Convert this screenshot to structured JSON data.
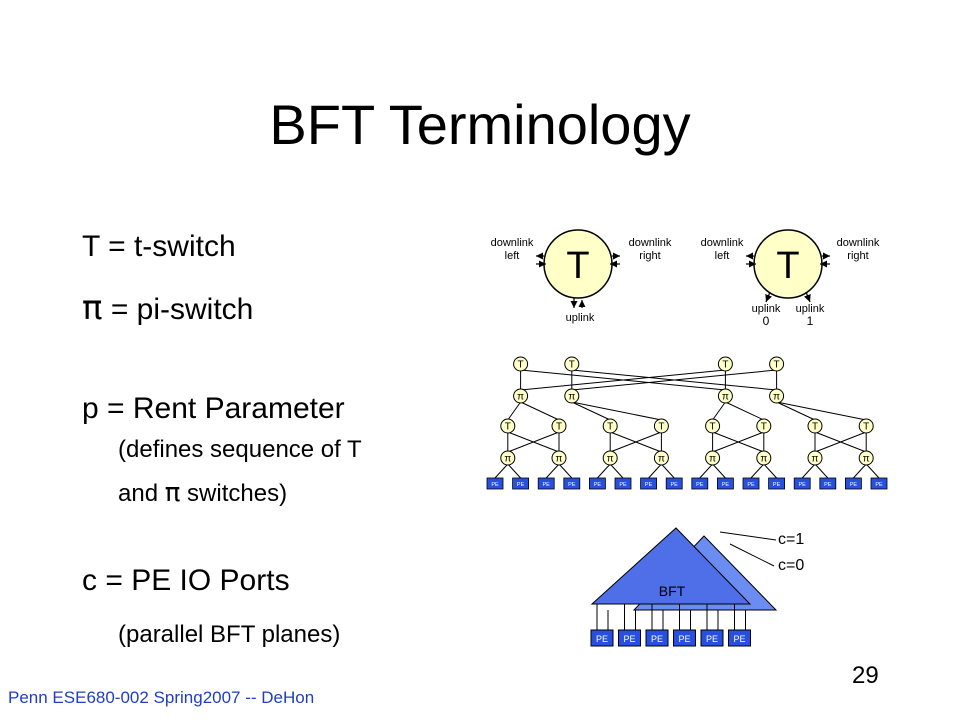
{
  "title": "BFT Terminology",
  "definitions": {
    "t_line": "T = t-switch",
    "pi_symbol": "π",
    "pi_rest": " = pi-switch",
    "p_line": "p = Rent Parameter",
    "p_note_1": "(defines sequence of T",
    "p_note_2_a": "and ",
    "p_note_2_pi": "π",
    "p_note_2_b": " switches)",
    "c_line": "c = PE IO Ports",
    "c_note": "(parallel BFT planes)"
  },
  "switch_diagrams": {
    "t_switch_1": {
      "label": "T",
      "left": [
        "downlink",
        "left"
      ],
      "right": [
        "downlink",
        "right"
      ],
      "down": "uplink"
    },
    "t_switch_2": {
      "label": "T",
      "left": [
        "downlink",
        "left"
      ],
      "right": [
        "downlink",
        "right"
      ],
      "down0": [
        "uplink",
        "0"
      ],
      "down1": [
        "uplink",
        "1"
      ]
    }
  },
  "tree_diagram": {
    "row_labels": [
      "T",
      "π",
      "T",
      "π"
    ],
    "pe_label": "PE",
    "pe_count": 16
  },
  "planes_diagram": {
    "label": "BFT",
    "plane_labels": [
      "c=1",
      "c=0"
    ],
    "pe_label": "PE",
    "pe_count": 6
  },
  "footer": "Penn ESE680-002 Spring2007 -- DeHon",
  "page_number": "29"
}
